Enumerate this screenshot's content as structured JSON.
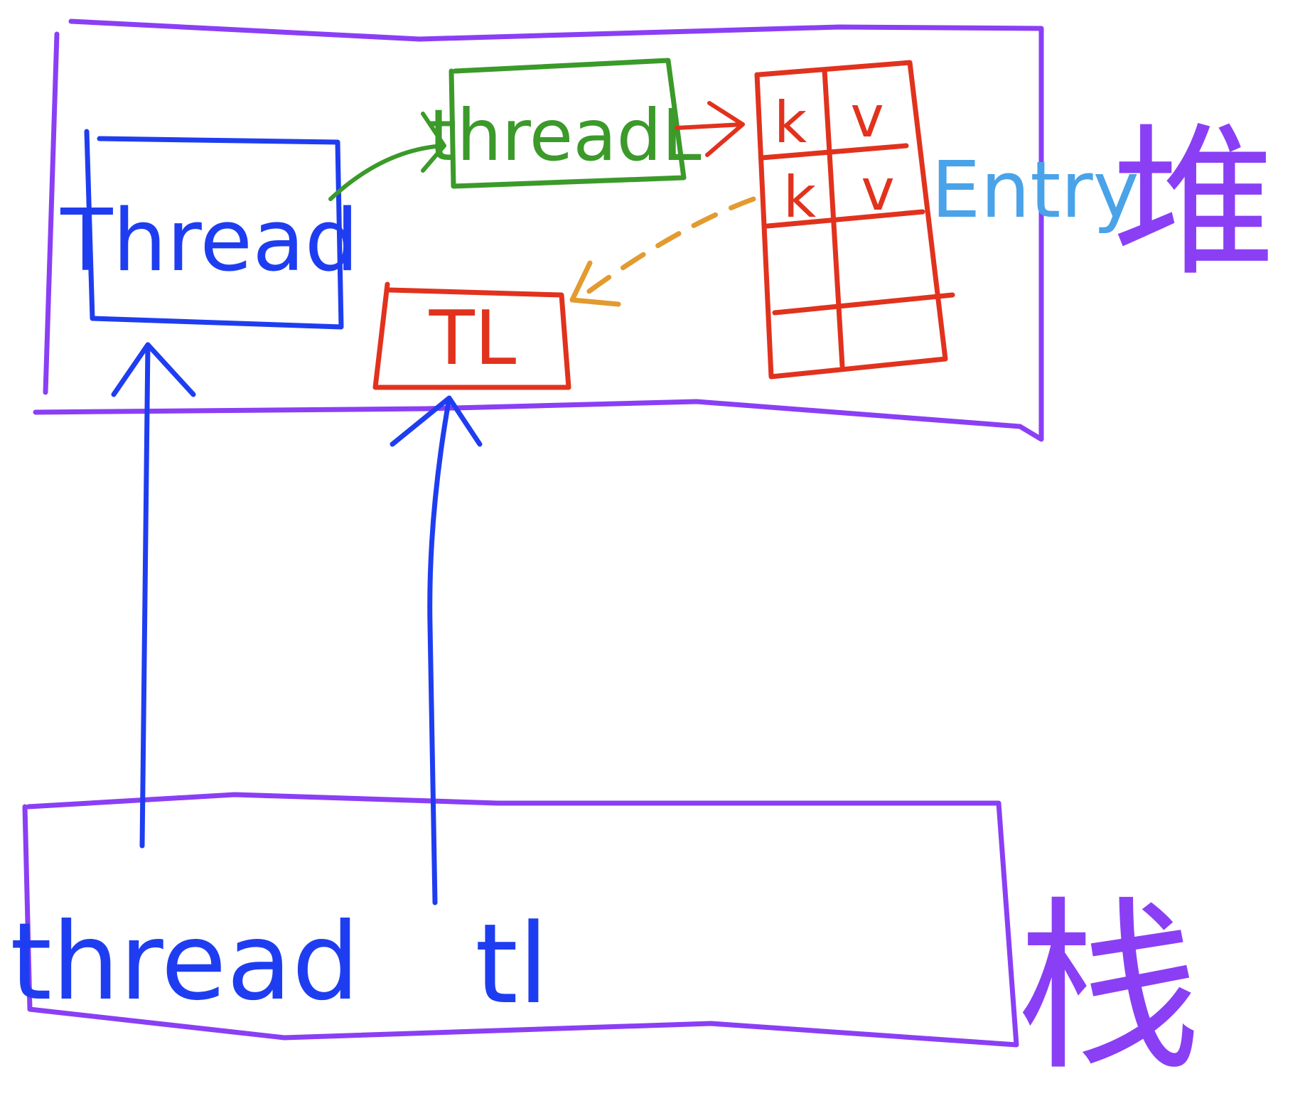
{
  "diagram": {
    "heap": {
      "label": "堆",
      "thread_object": {
        "label": "Thread"
      },
      "threadlocalmap": {
        "label": "threadL"
      },
      "tl_object": {
        "label": "TL"
      },
      "entry_table": {
        "label": "Entry",
        "rows": [
          {
            "key": "k",
            "value": "v"
          },
          {
            "key": "k",
            "value": "v"
          },
          {
            "key": "",
            "value": ""
          },
          {
            "key": "",
            "value": ""
          }
        ]
      }
    },
    "stack": {
      "label": "栈",
      "thread_ref": {
        "label": "thread"
      },
      "tl_ref": {
        "label": "tl"
      }
    }
  },
  "colors": {
    "region_outline": "#8a3ff5",
    "reference": "#1f3df0",
    "threadlocalmap": "#3b9a2a",
    "entry": "#e1321e",
    "entry_label": "#4aa3e8",
    "weak_reference": "#e39a2f"
  }
}
